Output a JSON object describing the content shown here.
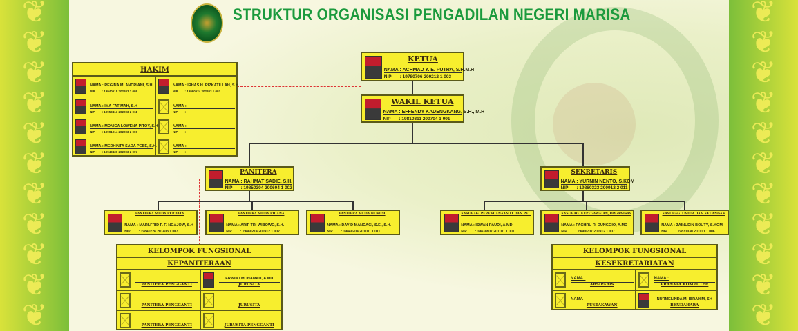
{
  "title": "STRUKTUR ORGANISASI PENGADILAN NEGERI MARISA",
  "labels": {
    "nama": "NAMA :",
    "nip": "NIP"
  },
  "hakim": {
    "title": "HAKIM",
    "members": [
      {
        "name": "REGINA M. ANDRIANI, S.H.",
        "nip": ": 19940618 202203 2 008"
      },
      {
        "name": "IRHAS H. RIZKATILLAH, S.H.",
        "nip": ": 19990524 202203 1 003"
      },
      {
        "name": "IMA FATIMAH, S.H",
        "nip": ": 19950413 202203 2 011"
      },
      {
        "name": "",
        "nip": ":"
      },
      {
        "name": "MONICA LOWENA PITOY, S.H.",
        "nip": ": 19991014 202203 2 006"
      },
      {
        "name": "",
        "nip": ":"
      },
      {
        "name": "MEDHINTA SADA PEBE, S.H.",
        "nip": ": 19940430 202203 2 007"
      },
      {
        "name": "",
        "nip": ":"
      }
    ]
  },
  "leaders": [
    {
      "title": "KETUA",
      "name": "ACHMAD Y. E. PUTRA, S.H.M.H",
      "nip": ": 19780706 200212 1 003"
    },
    {
      "title": "WAKIL KETUA",
      "name": "EFFENDY KADENGKANG, S.H., M.H",
      "nip": ": 19810311 200704 1 001"
    },
    {
      "title": "PANITERA",
      "name": "RAHMAT SADIE, S.H.",
      "nip": ": 19850304 200604 1 002"
    },
    {
      "title": "SEKRETARIS",
      "name": "YURNIN NENTO, S.KOM",
      "nip": ": 19860323 200912 2 011"
    }
  ],
  "subs": [
    {
      "title": "PANITERA MUDA PERDATA",
      "name": "MARLFRID F. F. NGAJOW, S.H",
      "nip": ": 19840728 201403 1 003"
    },
    {
      "title": "PANITERA MUDA PIDANA",
      "name": "ARIF TRI WIBOWO, S.H.",
      "nip": ": 19880214 200912 1 002"
    },
    {
      "title": "PANITERA MUDA HUKUM",
      "name": "DAVID MANDAGI, S.E., S.H.",
      "nip": ": 19840204 201101 1 011"
    },
    {
      "title": "KASUBAG. PERENCANAAN IT DAN PELAPORAN",
      "name": "ISWAN PAUDI, A.MD",
      "nip": ": 19830807 201101 1 001"
    },
    {
      "title": "KASUBAG. KEPEGAWAIAN, ORGANISASI DAN TATA LAKSANA",
      "name": "FACHRU R. DUNGGIO, A.MD",
      "nip": ": 19860707 200912 1 007"
    },
    {
      "title": "KASUBAG. UMUM DAN KEUANGAN",
      "name": "ZAINUDIN BOUTY, S.KOM",
      "nip": ": 19831030 201011 1 006"
    }
  ],
  "fungsional_kepaniteraan": {
    "title": "KELOMPOK FUNGSIONAL",
    "subtitle": "KEPANITERAAN",
    "cells": [
      {
        "name": "",
        "role": "PANITERA PENGGANTI"
      },
      {
        "name": "ERWIN I MOHAMAD, A.MD",
        "role": "JURUSITA"
      },
      {
        "name": "",
        "role": "PANITERA PENGGANTI"
      },
      {
        "name": "",
        "role": "JURUSITA"
      },
      {
        "name": "",
        "role": "PANITERA PENGGANTI"
      },
      {
        "name": "",
        "role": "JURUSITA PENGGANTI"
      }
    ]
  },
  "fungsional_kesekretariatan": {
    "title": "KELOMPOK FUNGSIONAL",
    "subtitle": "KESEKRETARIATAN",
    "cells": [
      {
        "name": "NAMA :",
        "role": "ARSIPARIS"
      },
      {
        "name": "NAMA :",
        "role": "PRANATA KOMPUTER"
      },
      {
        "name": "NAMA :",
        "role": "PUSTAKAWAN"
      },
      {
        "name": "NURMELINDA M. IBRAHIM, SH",
        "role": "BENDAHARA"
      }
    ]
  }
}
